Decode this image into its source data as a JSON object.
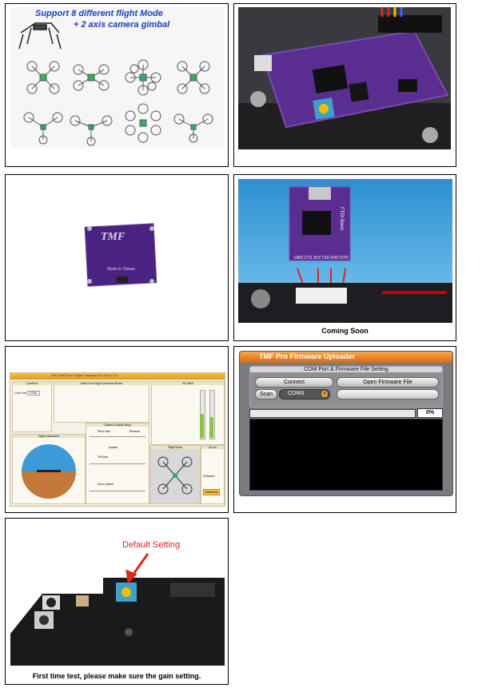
{
  "cells": [
    {
      "id": "flight-modes",
      "banner_line1": "Support 8 different flight Mode",
      "banner_line2": "+ 2 axis camera gimbal"
    },
    {
      "id": "board-closeup"
    },
    {
      "id": "board-purple"
    },
    {
      "id": "ftdi-board",
      "caption": "Coming Soon",
      "chip_label": "FTDI Basic",
      "pins": "GND CTS 3V3 TXD RXD DTR"
    },
    {
      "id": "gui-tool",
      "window_title": "TMF Multi-Rotor Flight Controller Pro Tool V 1.0",
      "panels": [
        "ComPort",
        "Data From Flight Controller Board",
        "RC Stick",
        "Flight Instrument",
        "Camera Gimbal Setup",
        "Flight Mode",
        "ACom"
      ],
      "com_label": "Com Port",
      "com_value": "COM1",
      "gimbal_rows": [
        "Pitch Gain",
        "Tilt Gain",
        "Servo Speed"
      ],
      "reverse_label": "Reverse",
      "update_label": "Update",
      "firmware_label": "Firmware",
      "calibration_label": "Calibration"
    },
    {
      "id": "uploader",
      "title": "TMF Pro Firmware Uploader",
      "group_title": "COM Port & Firmware File Setting",
      "connect_label": "Connect",
      "open_label": "Open Firmware File",
      "scan_label": "Scan",
      "com_value": "COM3",
      "progress_text": "0%"
    },
    {
      "id": "default-setting",
      "annotation": "Default Setting",
      "caption": "First time test, please make sure the gain setting."
    }
  ],
  "colors": {
    "banner_text": "#1a3fc0",
    "pcb_purple": "#5a2d91",
    "annotation_red": "#e0261c",
    "gui_orange": "#f0a020",
    "uploader_orange": "#ee8a1a"
  }
}
